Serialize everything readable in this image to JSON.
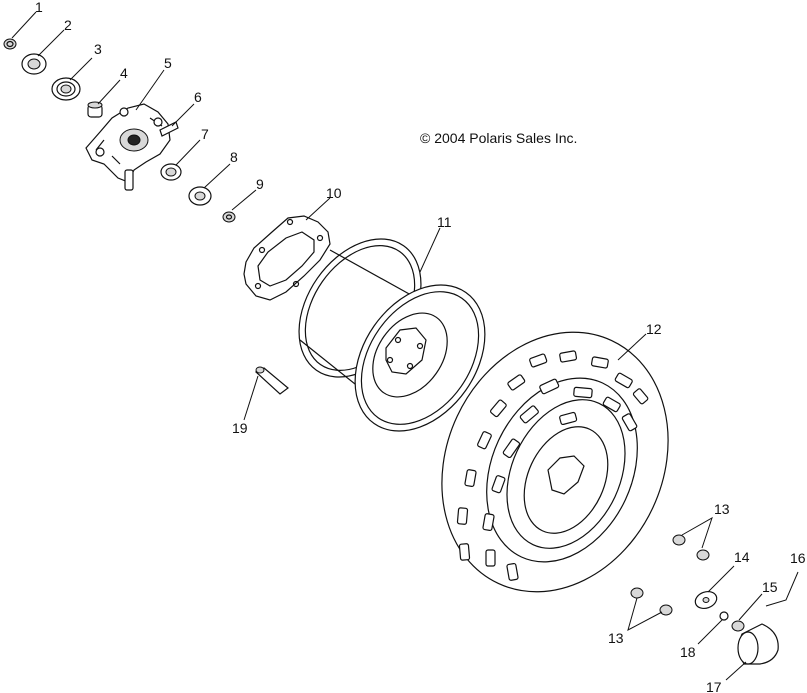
{
  "copyright": "© 2004 Polaris Sales Inc.",
  "callouts": [
    "1",
    "2",
    "3",
    "4",
    "5",
    "6",
    "7",
    "8",
    "9",
    "10",
    "11",
    "12",
    "13",
    "13",
    "14",
    "15",
    "16",
    "17",
    "18",
    "19"
  ]
}
